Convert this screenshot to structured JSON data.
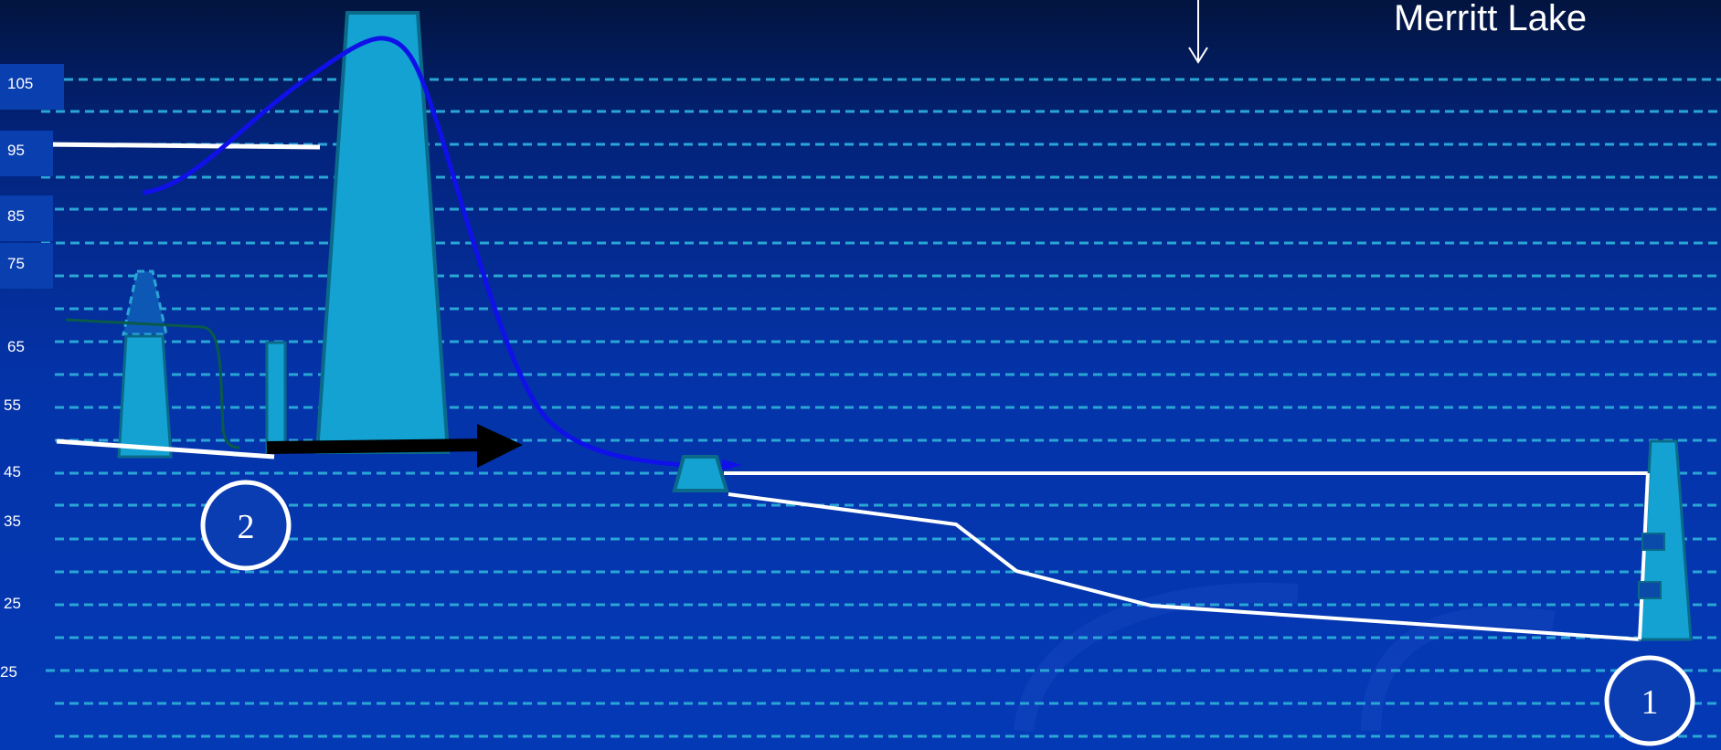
{
  "title": "Merritt Lake",
  "elevation_labels": [
    "105",
    "95",
    "85",
    "75",
    "65",
    "55",
    "45",
    "35",
    "25",
    "25"
  ],
  "markers": [
    "2",
    "1"
  ],
  "colors": {
    "grid": "#2aa6d6",
    "structure_fill": "#13a2d2",
    "structure_stroke": "#0b6a8a",
    "curve": "#1010e8",
    "line": "#ffffff",
    "arrow": "#000000"
  }
}
